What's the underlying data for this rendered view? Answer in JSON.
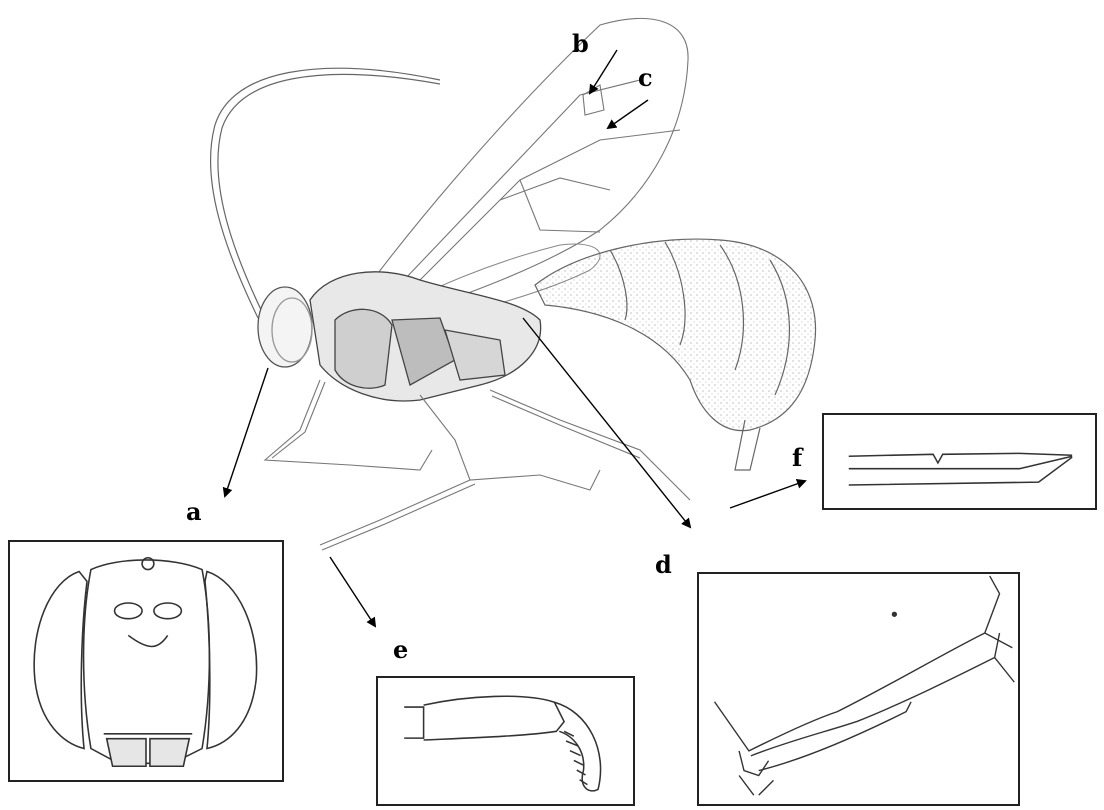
{
  "labels": {
    "a": "a",
    "b": "b",
    "c": "c",
    "d": "d",
    "e": "e",
    "f": "f"
  },
  "colors": {
    "ink": "#222222",
    "shade": "#888888"
  }
}
